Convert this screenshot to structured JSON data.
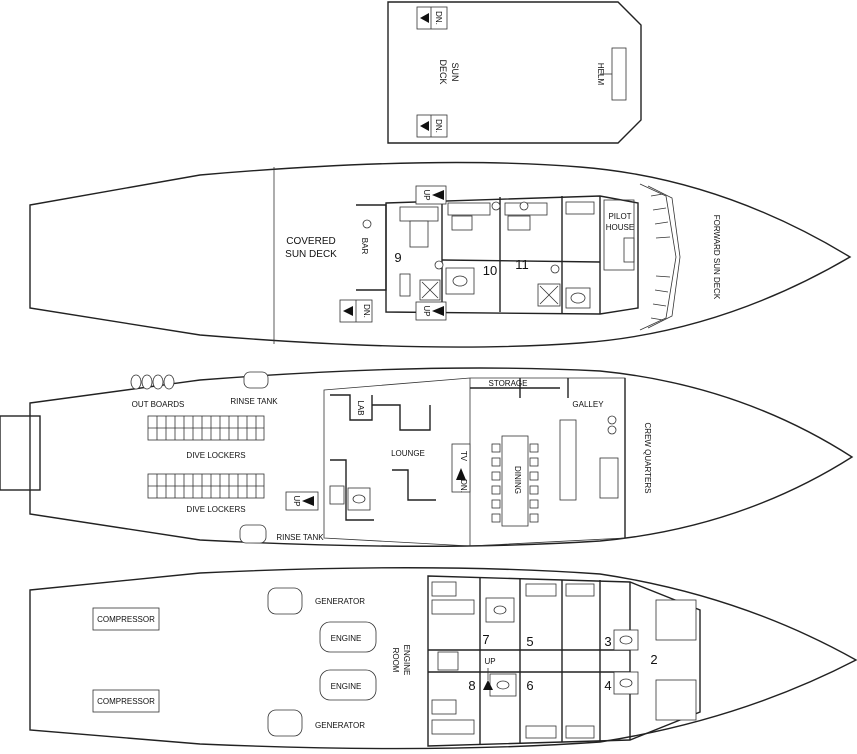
{
  "colors": {
    "sun_deck": "#f9d0d9",
    "upper_deck": "#fbe08b",
    "main_deck": "#cfe6b7",
    "main_deck_interior": "#e3f1d4",
    "lower_deck": "#b4dcea",
    "lower_deck_interior": "#d9eef5",
    "outline": "#222222"
  },
  "sun_deck": {
    "label_line1": "SUN",
    "label_line2": "DECK",
    "helm": "HELM",
    "stair_top": "DN.",
    "stair_bottom": "DN."
  },
  "upper_deck": {
    "covered_line1": "COVERED",
    "covered_line2": "SUN DECK",
    "bar": "BAR",
    "pilot_line1": "PILOT",
    "pilot_line2": "HOUSE",
    "forward": "FORWARD SUN DECK",
    "cabin_9": "9",
    "cabin_10": "10",
    "cabin_11": "11",
    "stair_up_top": "UP",
    "stair_up_bottom": "UP",
    "stair_dn": "DN."
  },
  "main_deck": {
    "outboards": "OUT BOARDS",
    "rinse_tank_top": "RINSE TANK",
    "rinse_tank_bottom": "RINSE TANK",
    "dive_lockers_top": "DIVE LOCKERS",
    "dive_lockers_bottom": "DIVE LOCKERS",
    "lab": "LAB",
    "lounge": "LOUNGE",
    "storage": "STORAGE",
    "galley": "GALLEY",
    "tv": "TV",
    "dn": "DN.",
    "dining": "DINING",
    "crew_quarters": "CREW QUARTERS",
    "stair_up": "UP"
  },
  "lower_deck": {
    "compressor_top": "COMPRESSOR",
    "compressor_bottom": "COMPRESSOR",
    "generator_top": "GENERATOR",
    "generator_bottom": "GENERATOR",
    "engine_top": "ENGINE",
    "engine_bottom": "ENGINE",
    "engine_room_line1": "ENGINE",
    "engine_room_line2": "ROOM",
    "up": "UP",
    "cabin_2": "2",
    "cabin_3": "3",
    "cabin_4": "4",
    "cabin_5": "5",
    "cabin_6": "6",
    "cabin_7": "7",
    "cabin_8": "8"
  }
}
